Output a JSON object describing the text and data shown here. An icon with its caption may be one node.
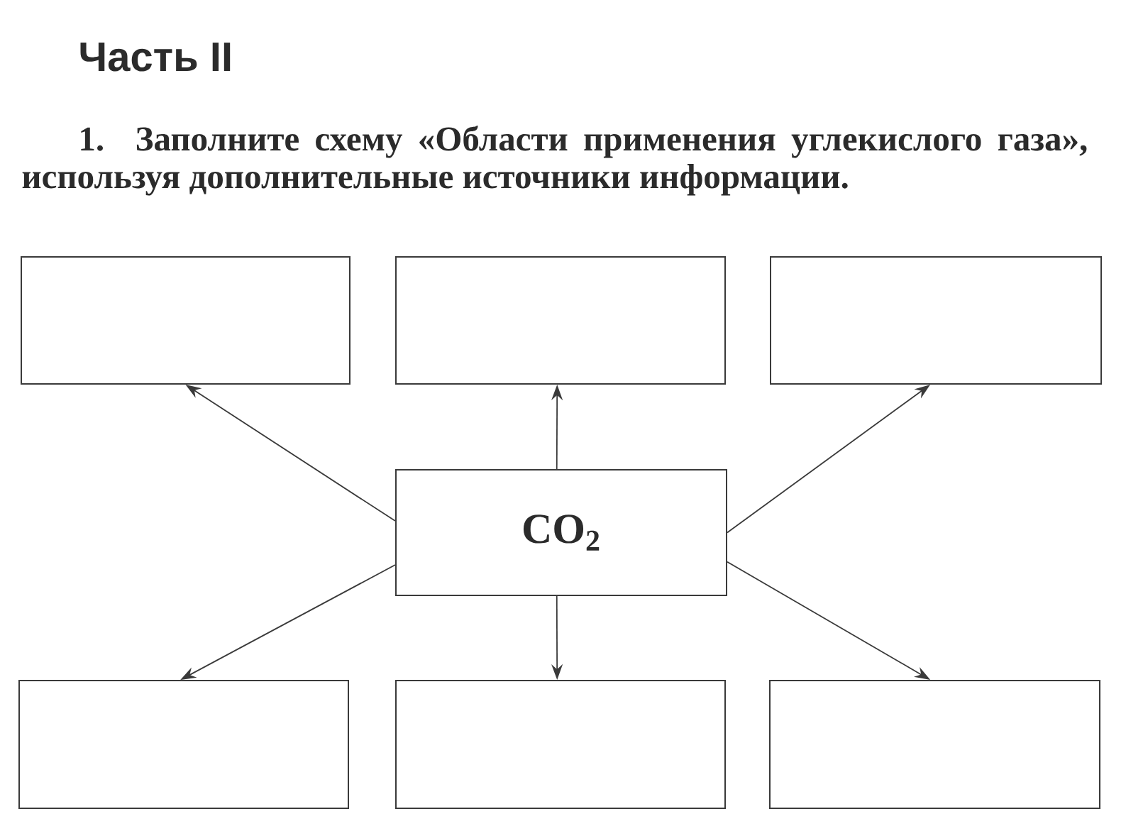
{
  "diagram": {
    "title": "Часть II",
    "nodes": [
      {
        "text": [],
        "shape": "box"
      },
      {
        "text": [],
        "shape": "box"
      },
      {
        "text": [],
        "shape": "box"
      },
      {
        "text": [
          "CO$_{2}$"
        ]
      },
      {
        "text": [],
        "shape": "box"
      },
      {
        "text": [],
        "shape": "box"
      },
      {
        "text": [],
        "shape": "box"
      }
    ],
    "edges": [
      {
        "from": 3,
        "to": 0,
        "arrow": "to"
      },
      {
        "from": 3,
        "to": 1,
        "arrow": "to"
      },
      {
        "from": 3,
        "to": 2,
        "arrow": "to"
      },
      {
        "from": 3,
        "to": 4,
        "arrow": "to"
      },
      {
        "from": 3,
        "to": 5,
        "arrow": "to"
      },
      {
        "from": 3,
        "to": 6,
        "arrow": "to"
      }
    ],
    "labels": [
      "1. Заполните схему «Области применения углекислого газа», используя дополнительные источники информации."
    ]
  }
}
